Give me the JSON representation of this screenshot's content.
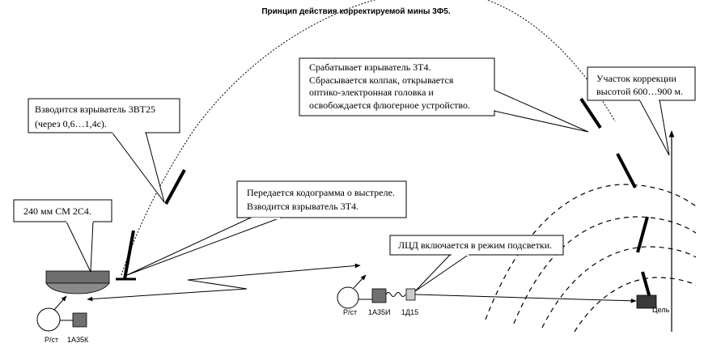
{
  "title": "Принцип действия корректируемой мины 3Ф5.",
  "callouts": {
    "mortar": "240 мм СМ 2С4.",
    "fuze_vt": [
      "Взводится взрыватель 3ВТ25",
      "(через 0,6…1,4с)."
    ],
    "codegram": [
      "Передается кодограмма о выстреле.",
      "Взводится взрыватель 3Т4."
    ],
    "fuze_t4": [
      "Срабатывает взрыватель 3Т4.",
      "Сбрасывается колпак, открывается",
      "оптико-электронная  головка и",
      "освобождается флюгерное устройство."
    ],
    "correction": [
      "Участок коррекции",
      "высотой 600…900 м."
    ],
    "ltsd": "ЛЦД включается в режим подсветки."
  },
  "labels": {
    "rst_left": "Р/ст",
    "device_left": "1А35К",
    "rst_right": "Р/ст",
    "device_mid": "1А35И",
    "designator": "1Д15",
    "target": "Цель"
  },
  "colors": {
    "line": "#000000",
    "mortar_top": "#6e6e6e",
    "mortar_bottom": "#8a8a8a",
    "device": "#707070",
    "target": "#3a3a3a",
    "designator": "#cccccc"
  }
}
